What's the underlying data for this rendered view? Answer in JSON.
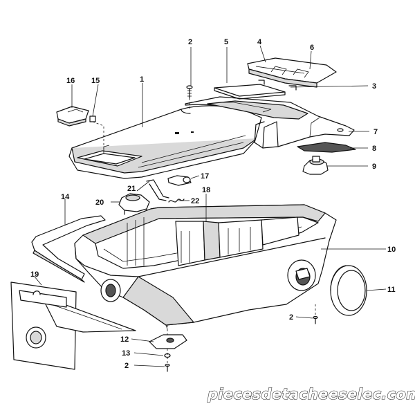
{
  "diagram": {
    "labels": [
      {
        "id": "1",
        "text": "1"
      },
      {
        "id": "2a",
        "text": "2"
      },
      {
        "id": "3",
        "text": "3"
      },
      {
        "id": "4",
        "text": "4"
      },
      {
        "id": "5",
        "text": "5"
      },
      {
        "id": "6",
        "text": "6"
      },
      {
        "id": "7",
        "text": "7"
      },
      {
        "id": "8",
        "text": "8"
      },
      {
        "id": "9",
        "text": "9"
      },
      {
        "id": "10",
        "text": "10"
      },
      {
        "id": "11",
        "text": "11"
      },
      {
        "id": "2b",
        "text": "2"
      },
      {
        "id": "12",
        "text": "12"
      },
      {
        "id": "13",
        "text": "13"
      },
      {
        "id": "2c",
        "text": "2"
      },
      {
        "id": "14",
        "text": "14"
      },
      {
        "id": "15",
        "text": "15"
      },
      {
        "id": "16",
        "text": "16"
      },
      {
        "id": "17",
        "text": "17"
      },
      {
        "id": "18",
        "text": "18"
      },
      {
        "id": "19",
        "text": "19"
      },
      {
        "id": "20",
        "text": "20"
      },
      {
        "id": "21",
        "text": "21"
      },
      {
        "id": "22",
        "text": "22"
      }
    ]
  },
  "watermark": "piecesdetacheeselec.com"
}
